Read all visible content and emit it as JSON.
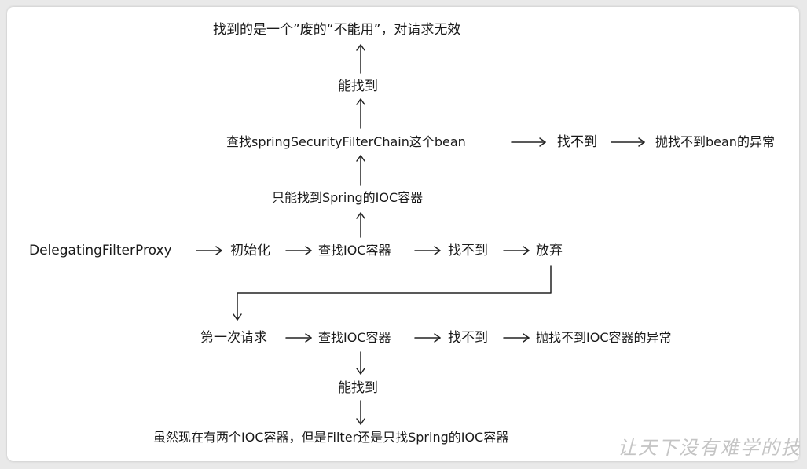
{
  "nodes": {
    "top_result": "找到的是一个”废的“不能用”，对请求无效",
    "can_find_1": "能找到",
    "find_chain": "查找springSecurityFilterChain这个bean",
    "not_found_chain": "找不到",
    "throw_bean": "抛找不到bean的异常",
    "only_spring": "只能找到Spring的IOC容器",
    "proxy": "DelegatingFilterProxy",
    "init": "初始化",
    "find_ioc_1": "查找IOC容器",
    "not_found_1": "找不到",
    "give_up": "放弃",
    "first_request": "第一次请求",
    "find_ioc_2": "查找IOC容器",
    "not_found_2": "找不到",
    "throw_ioc": "抛找不到IOC容器的异常",
    "can_find_2": "能找到",
    "bottom_result": "虽然现在有两个IOC容器，但是Filter还是只找Spring的IOC容器"
  },
  "watermark": "让天下没有难学的技术"
}
